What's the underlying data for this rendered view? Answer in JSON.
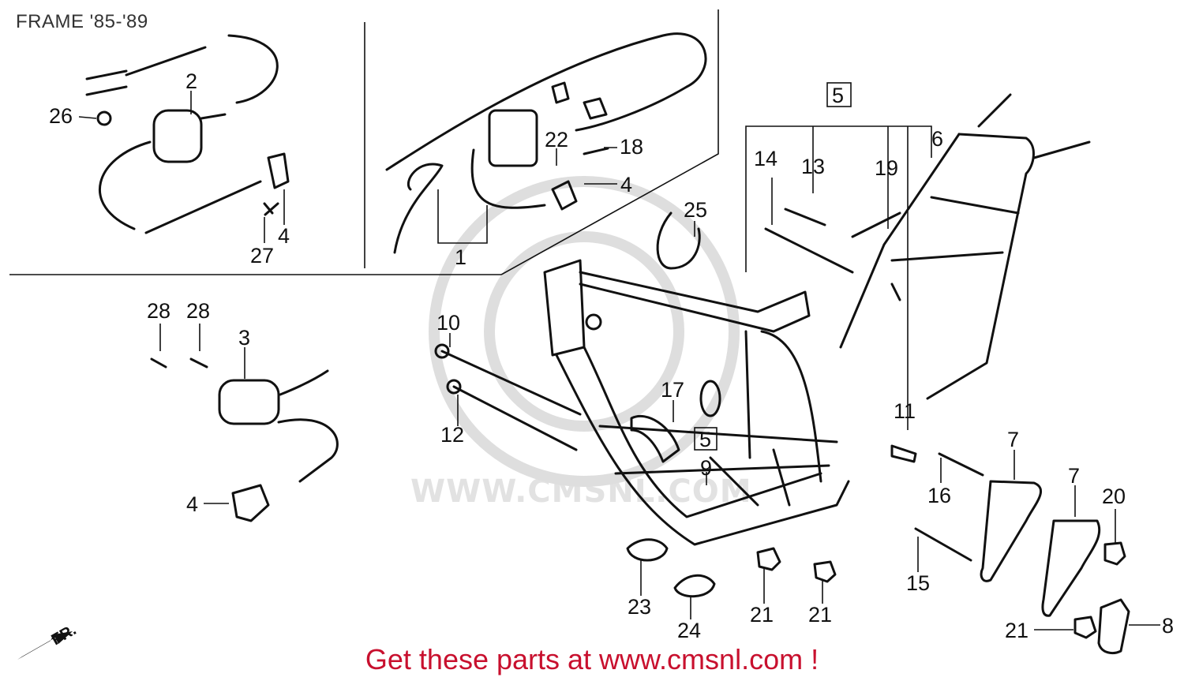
{
  "page_title": "FRAME '85-'89",
  "footer_text": "Get these parts at www.cmsnl.com !",
  "watermark_text": "WWW.CMSNL.COM",
  "direction_label": "FR.",
  "colors": {
    "footer": "#c8102e",
    "ink": "#111111",
    "watermark": "#dedede"
  },
  "callouts": {
    "c1": "1",
    "c2": "2",
    "c3": "3",
    "c4a": "4",
    "c4b": "4",
    "c4c": "4",
    "c5a": "5",
    "c5b": "5",
    "c6": "6",
    "c7a": "7",
    "c7b": "7",
    "c8": "8",
    "c9": "9",
    "c10": "10",
    "c11": "11",
    "c12": "12",
    "c13": "13",
    "c14": "14",
    "c15": "15",
    "c16": "16",
    "c17": "17",
    "c18": "18",
    "c19": "19",
    "c20": "20",
    "c21a": "21",
    "c21b": "21",
    "c21c": "21",
    "c22": "22",
    "c23": "23",
    "c24": "24",
    "c25": "25",
    "c26": "26",
    "c27": "27",
    "c28a": "28",
    "c28b": "28"
  }
}
